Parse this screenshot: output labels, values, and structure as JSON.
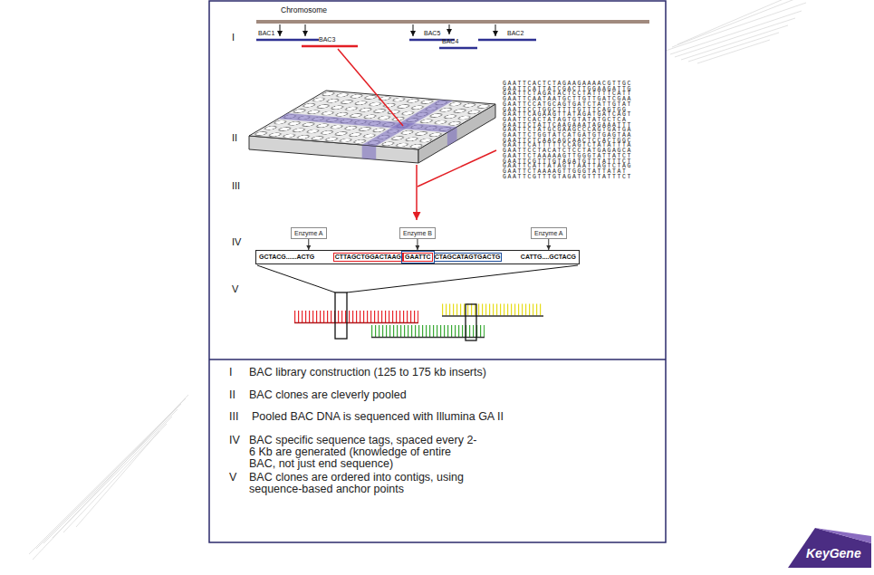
{
  "diagram": {
    "nodes": [
      {
        "text": [
          "Enzyme A"
        ]
      },
      {
        "text": [
          "Enzyme B"
        ]
      },
      {
        "text": [
          "Enzyme A"
        ]
      },
      {
        "text": [
          "GCTACG......ACTG",
          "CTTAGCTGGACTAAG",
          "GAATTC",
          "CTAGCATAGTGACTG",
          "CATTG....GCTACG"
        ]
      }
    ],
    "edges": [
      {
        "from": 0,
        "to": 3,
        "arrow": "to"
      },
      {
        "from": 1,
        "to": 3,
        "arrow": "to"
      },
      {
        "from": 2,
        "to": 3,
        "arrow": "to"
      }
    ],
    "labels": [
      "Chromosome",
      "I",
      "BAC1",
      "BAC3",
      "BAC5",
      "BAC4",
      "BAC2",
      "II",
      "GAATTCACTCTAGAAGAAAACGTTGC",
      "GAATTCATTATCGACTTGGAAGATTG",
      "GAATTCTAGATACTCCTATTTTCATT",
      "GAATTCAATAATGCTTGTTGATCGAA",
      "GAATTCCATGCAGTGATCTATTGTAT",
      "GAATTCCTGGCTTTTGTTTCAGTGG",
      "GAATTCAGAAGTTATAGATGATCAGT",
      "GAATTCACTATAGTGTATATGCTCA",
      "GAATTCTATTCAAGAAATAGAAATTT",
      "GAATTCTATGCGAAGCCCAGTGATGA",
      "GAATTCTGGTATCATGATGTGAGTAA",
      "GAATTCTCAACAGCAACTCCACTGGC",
      "GAATTCATTTTTCCAGTCTATATTTA",
      "GAATTCCTACATCTCCTATGAGAGCA",
      "GAATTCTAAAAAGTTGGGTATTATCT",
      "GAATTCGTTTGTAGATGTTTATTTCT",
      "GAATTCATTATAGTTAATTAGTCTAG",
      "GAATTCTAAAAGTTGGGTATTATAT",
      "GAATTCGTTTGTAGATGTTTATTTCT",
      "III",
      "IV",
      "V",
      "I",
      "BAC library construction (125 to 175 kb inserts)",
      "II",
      "BAC clones are cleverly pooled",
      "III",
      "Pooled BAC DNA is sequenced with Illumina GA II",
      "IV",
      "BAC specific sequence tags, spaced every 2-6 Kb are generated (knowledge of entire BAC, not just end sequence)",
      "V",
      "BAC clones are ordered into contigs, using sequence-based anchor points",
      "KeyGene"
    ]
  }
}
